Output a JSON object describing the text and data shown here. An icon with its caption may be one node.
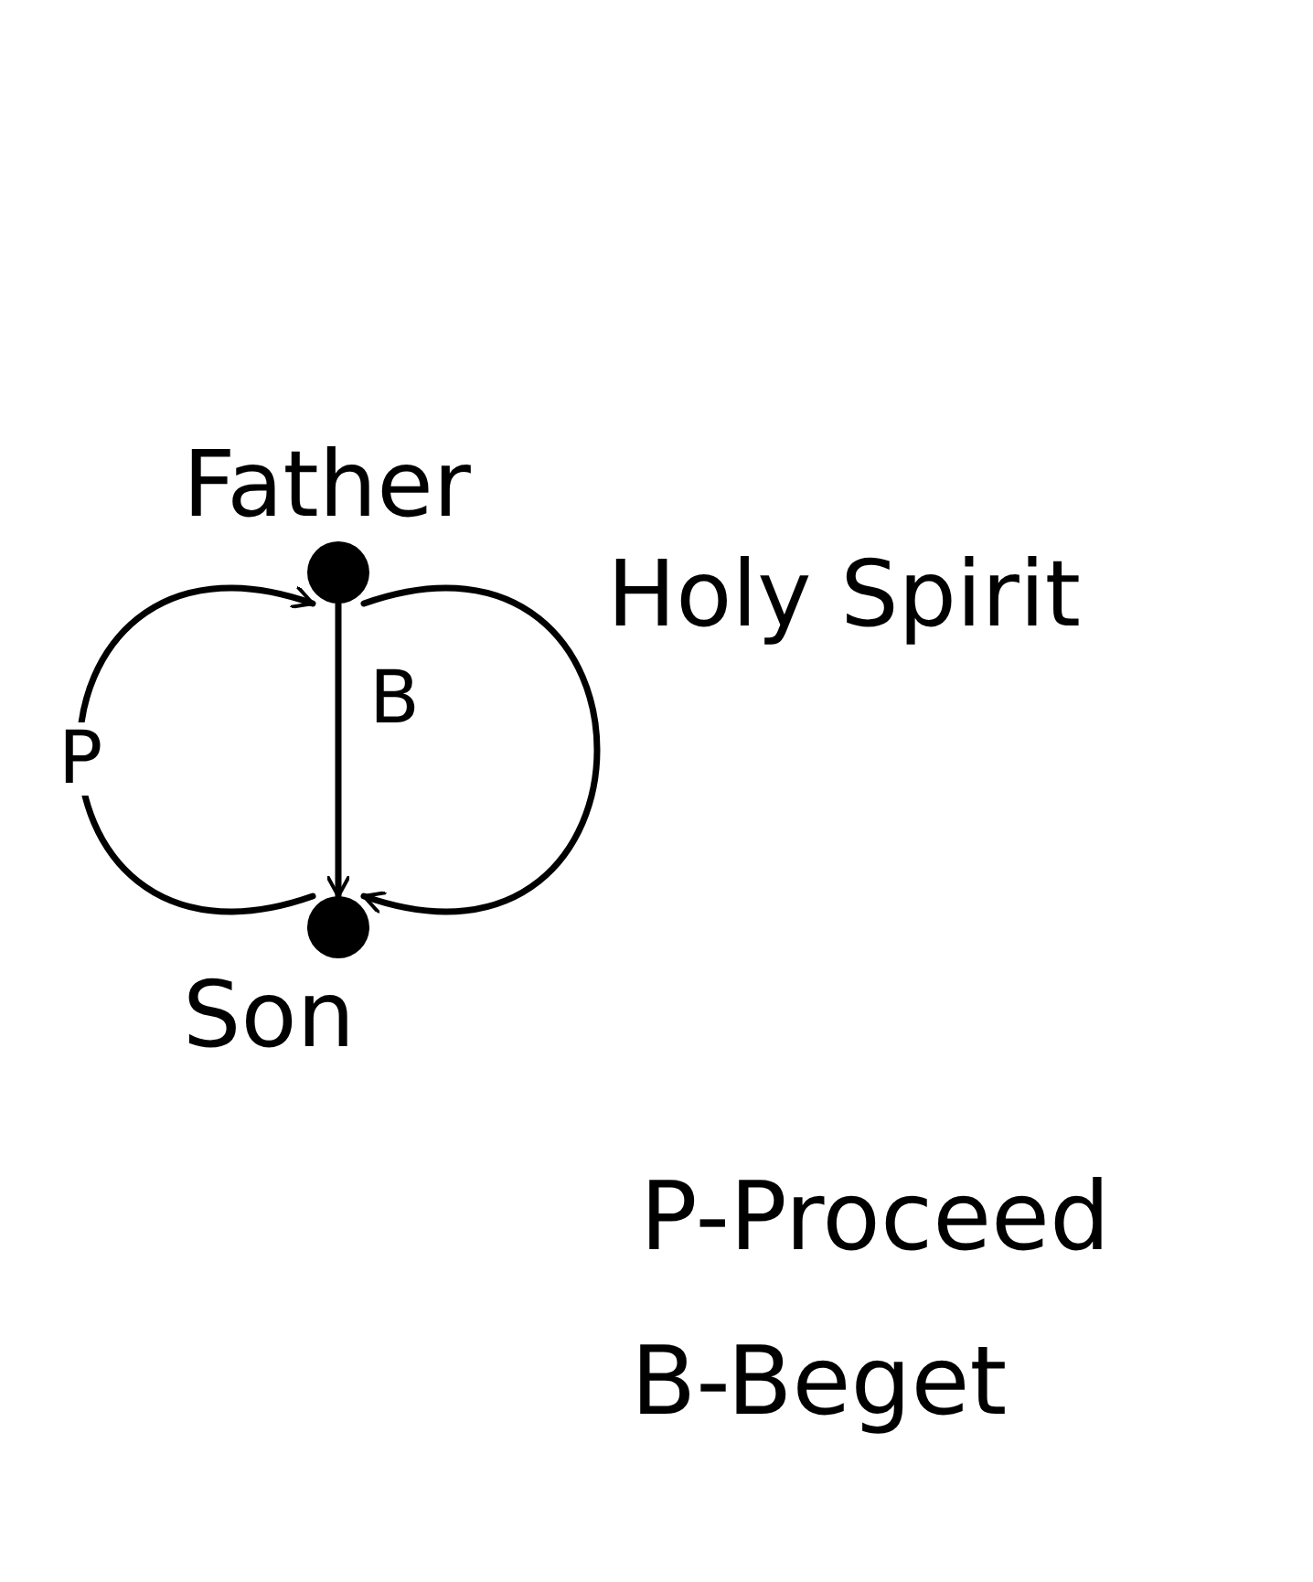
{
  "diagram": {
    "nodes": [
      {
        "text": [
          "Father"
        ]
      },
      {
        "text": [
          "Son"
        ]
      }
    ],
    "edges": [
      {
        "from": 0,
        "to": 1,
        "arrow": "to",
        "label": "B"
      },
      {
        "from": 1,
        "to": 0,
        "arrow": "to",
        "label": "P"
      },
      {
        "from": 0,
        "to": 1,
        "arrow": "to"
      }
    ],
    "labels": [
      "Holy Spirit",
      "P-Proceed",
      "B-Beget"
    ]
  }
}
